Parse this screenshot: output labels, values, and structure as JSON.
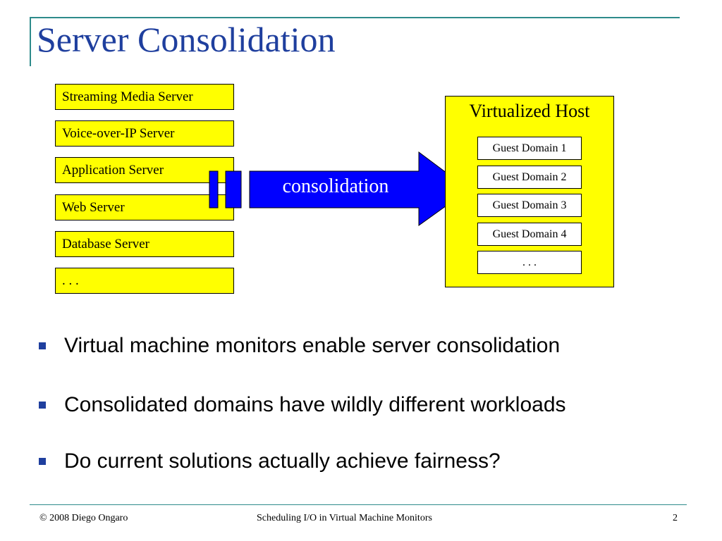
{
  "slide": {
    "title": "Server Consolidation"
  },
  "servers": [
    "Streaming Media Server",
    "Voice-over-IP Server",
    "Application Server",
    "Web Server",
    "Database Server",
    ". . ."
  ],
  "arrow": {
    "label": "consolidation"
  },
  "host": {
    "title": "Virtualized Host",
    "guests": [
      "Guest Domain 1",
      "Guest Domain 2",
      "Guest Domain 3",
      "Guest Domain 4",
      ". . ."
    ]
  },
  "bullets": [
    "Virtual machine monitors enable server consolidation",
    "Consolidated domains have wildly different workloads",
    "Do current solutions actually achieve fairness?"
  ],
  "footer": {
    "left": "© 2008 Diego Ongaro",
    "center": "Scheduling I/O in Virtual Machine Monitors",
    "page": "2"
  },
  "colors": {
    "title": "#1f3f9e",
    "box_fill": "#ffff00",
    "arrow_fill": "#0000ff",
    "accent_line": "#2e8b8b"
  }
}
